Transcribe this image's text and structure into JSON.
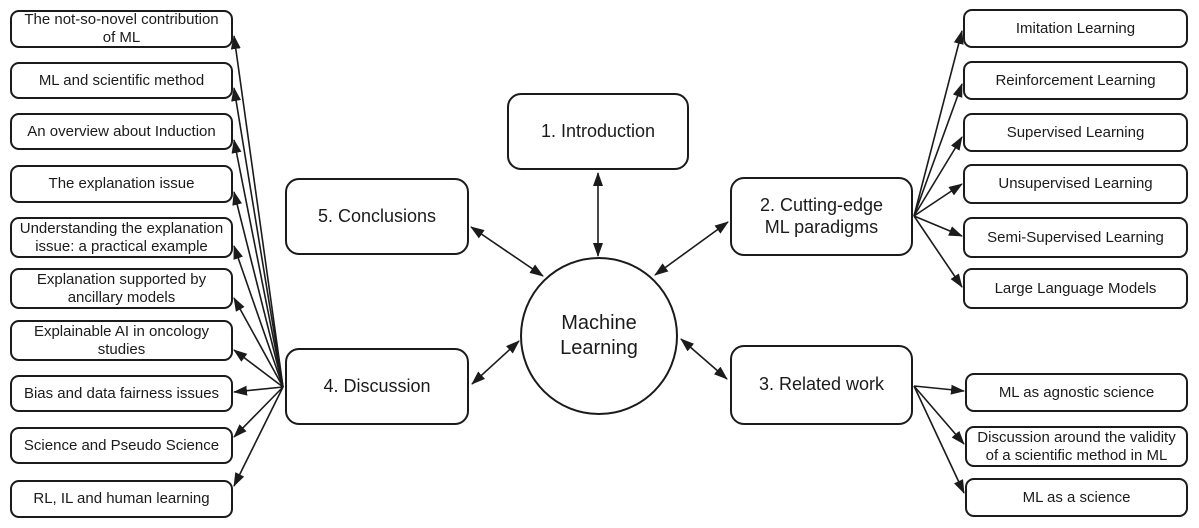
{
  "center": {
    "label": "Machine\nLearning"
  },
  "sections": {
    "introduction": {
      "label": "1. Introduction"
    },
    "cutting_edge": {
      "label": "2. Cutting-edge\nML paradigms"
    },
    "related_work": {
      "label": "3. Related work"
    },
    "discussion": {
      "label": "4. Discussion"
    },
    "conclusions": {
      "label": "5. Conclusions"
    }
  },
  "discussion_topics": [
    {
      "label": "The not-so-novel contribution\nof ML"
    },
    {
      "label": "ML and scientific method"
    },
    {
      "label": "An overview about Induction"
    },
    {
      "label": "The explanation issue"
    },
    {
      "label": "Understanding the explanation\nissue: a practical example"
    },
    {
      "label": "Explanation supported by\nancillary models"
    },
    {
      "label": "Explainable AI in oncology\nstudies"
    },
    {
      "label": "Bias and data fairness issues"
    },
    {
      "label": "Science and Pseudo Science"
    },
    {
      "label": "RL, IL and human learning"
    }
  ],
  "paradigm_topics": [
    {
      "label": "Imitation Learning"
    },
    {
      "label": "Reinforcement Learning"
    },
    {
      "label": "Supervised Learning"
    },
    {
      "label": "Unsupervised Learning"
    },
    {
      "label": "Semi-Supervised Learning"
    },
    {
      "label": "Large Language Models"
    }
  ],
  "related_topics": [
    {
      "label": "ML as agnostic science"
    },
    {
      "label": "Discussion around the validity\nof a scientific method in ML"
    },
    {
      "label": "ML as a science"
    }
  ],
  "colors": {
    "stroke": "#1b1b1b",
    "background": "#ffffff"
  }
}
